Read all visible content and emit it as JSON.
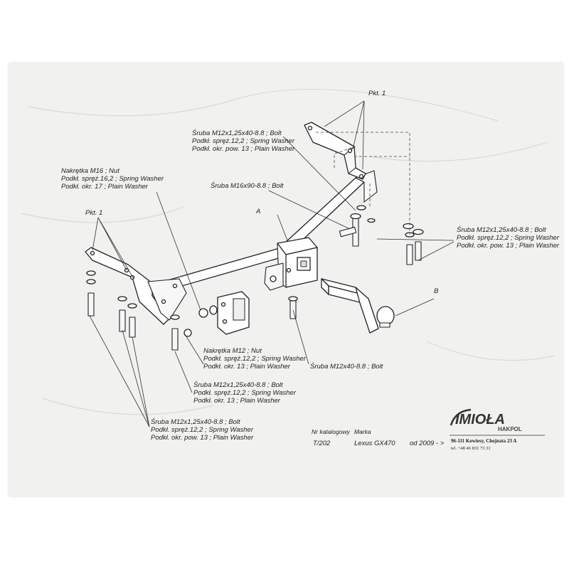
{
  "title_block": {
    "catalog_no_caption": "Nr katalogowy",
    "catalog_no": "T/202",
    "make_caption": "Marka",
    "model": "Lexus GX470",
    "years": "od 2009 - >"
  },
  "brand": {
    "logo_text": "IMIOŁA",
    "logo_sub": "HAKPOL",
    "address": "96-111 Kowiesy, Chojnata 23 A",
    "phone": "tel. +48 46 831 73 31"
  },
  "markers": {
    "A": "A",
    "B": "B"
  },
  "callouts": {
    "pkt_top": "Pkt. 1",
    "pkt_left": "Pkt. 1",
    "top_bolt_set": [
      "Śruba M12x1,25x40-8.8 ;  Bolt",
      "Podkł. spręż.12,2 ; Spring Washer",
      "Podkł. okr. pow. 13 ; Plain Washer"
    ],
    "nut_m16_set": [
      "Nakrętka  M16 ; Nut",
      "Podkł. spręż.16,2 ; Spring Washer",
      "Podkł. okr. 17 ; Plain Washer"
    ],
    "bolt_m16": "Śruba M16x90-8.8 ;  Bolt",
    "right_bolt_set": [
      "Śruba M12x1,25x40-8.8 ;  Bolt",
      "Podkł. spręż.12,2 ; Spring Washer",
      "Podkł. okr. pow. 13 ; Plain Washer"
    ],
    "nut_m12_set": [
      "Nakrętka  M12 ; Nut",
      "Podkł. spręż.12,2 ; Spring Washer",
      "Podkł. okr. 13 ; Plain Washer"
    ],
    "bolt_m12x40": "Śruba M12x40-8.8 ;  Bolt",
    "mid_bolt_set": [
      "Śruba M12x1,25x40-8.8 ;  Bolt",
      "Podkł. spręż.12,2 ; Spring Washer",
      "Podkł. okr. 13 ; Plain Washer"
    ],
    "bottom_bolt_set": [
      "Śruba M12x1,25x40-8.8 ;  Bolt",
      "Podkł. spręż.12,2 ; Spring Washer",
      "Podkł. okr. pow. 13 ; Plain Washer"
    ]
  }
}
